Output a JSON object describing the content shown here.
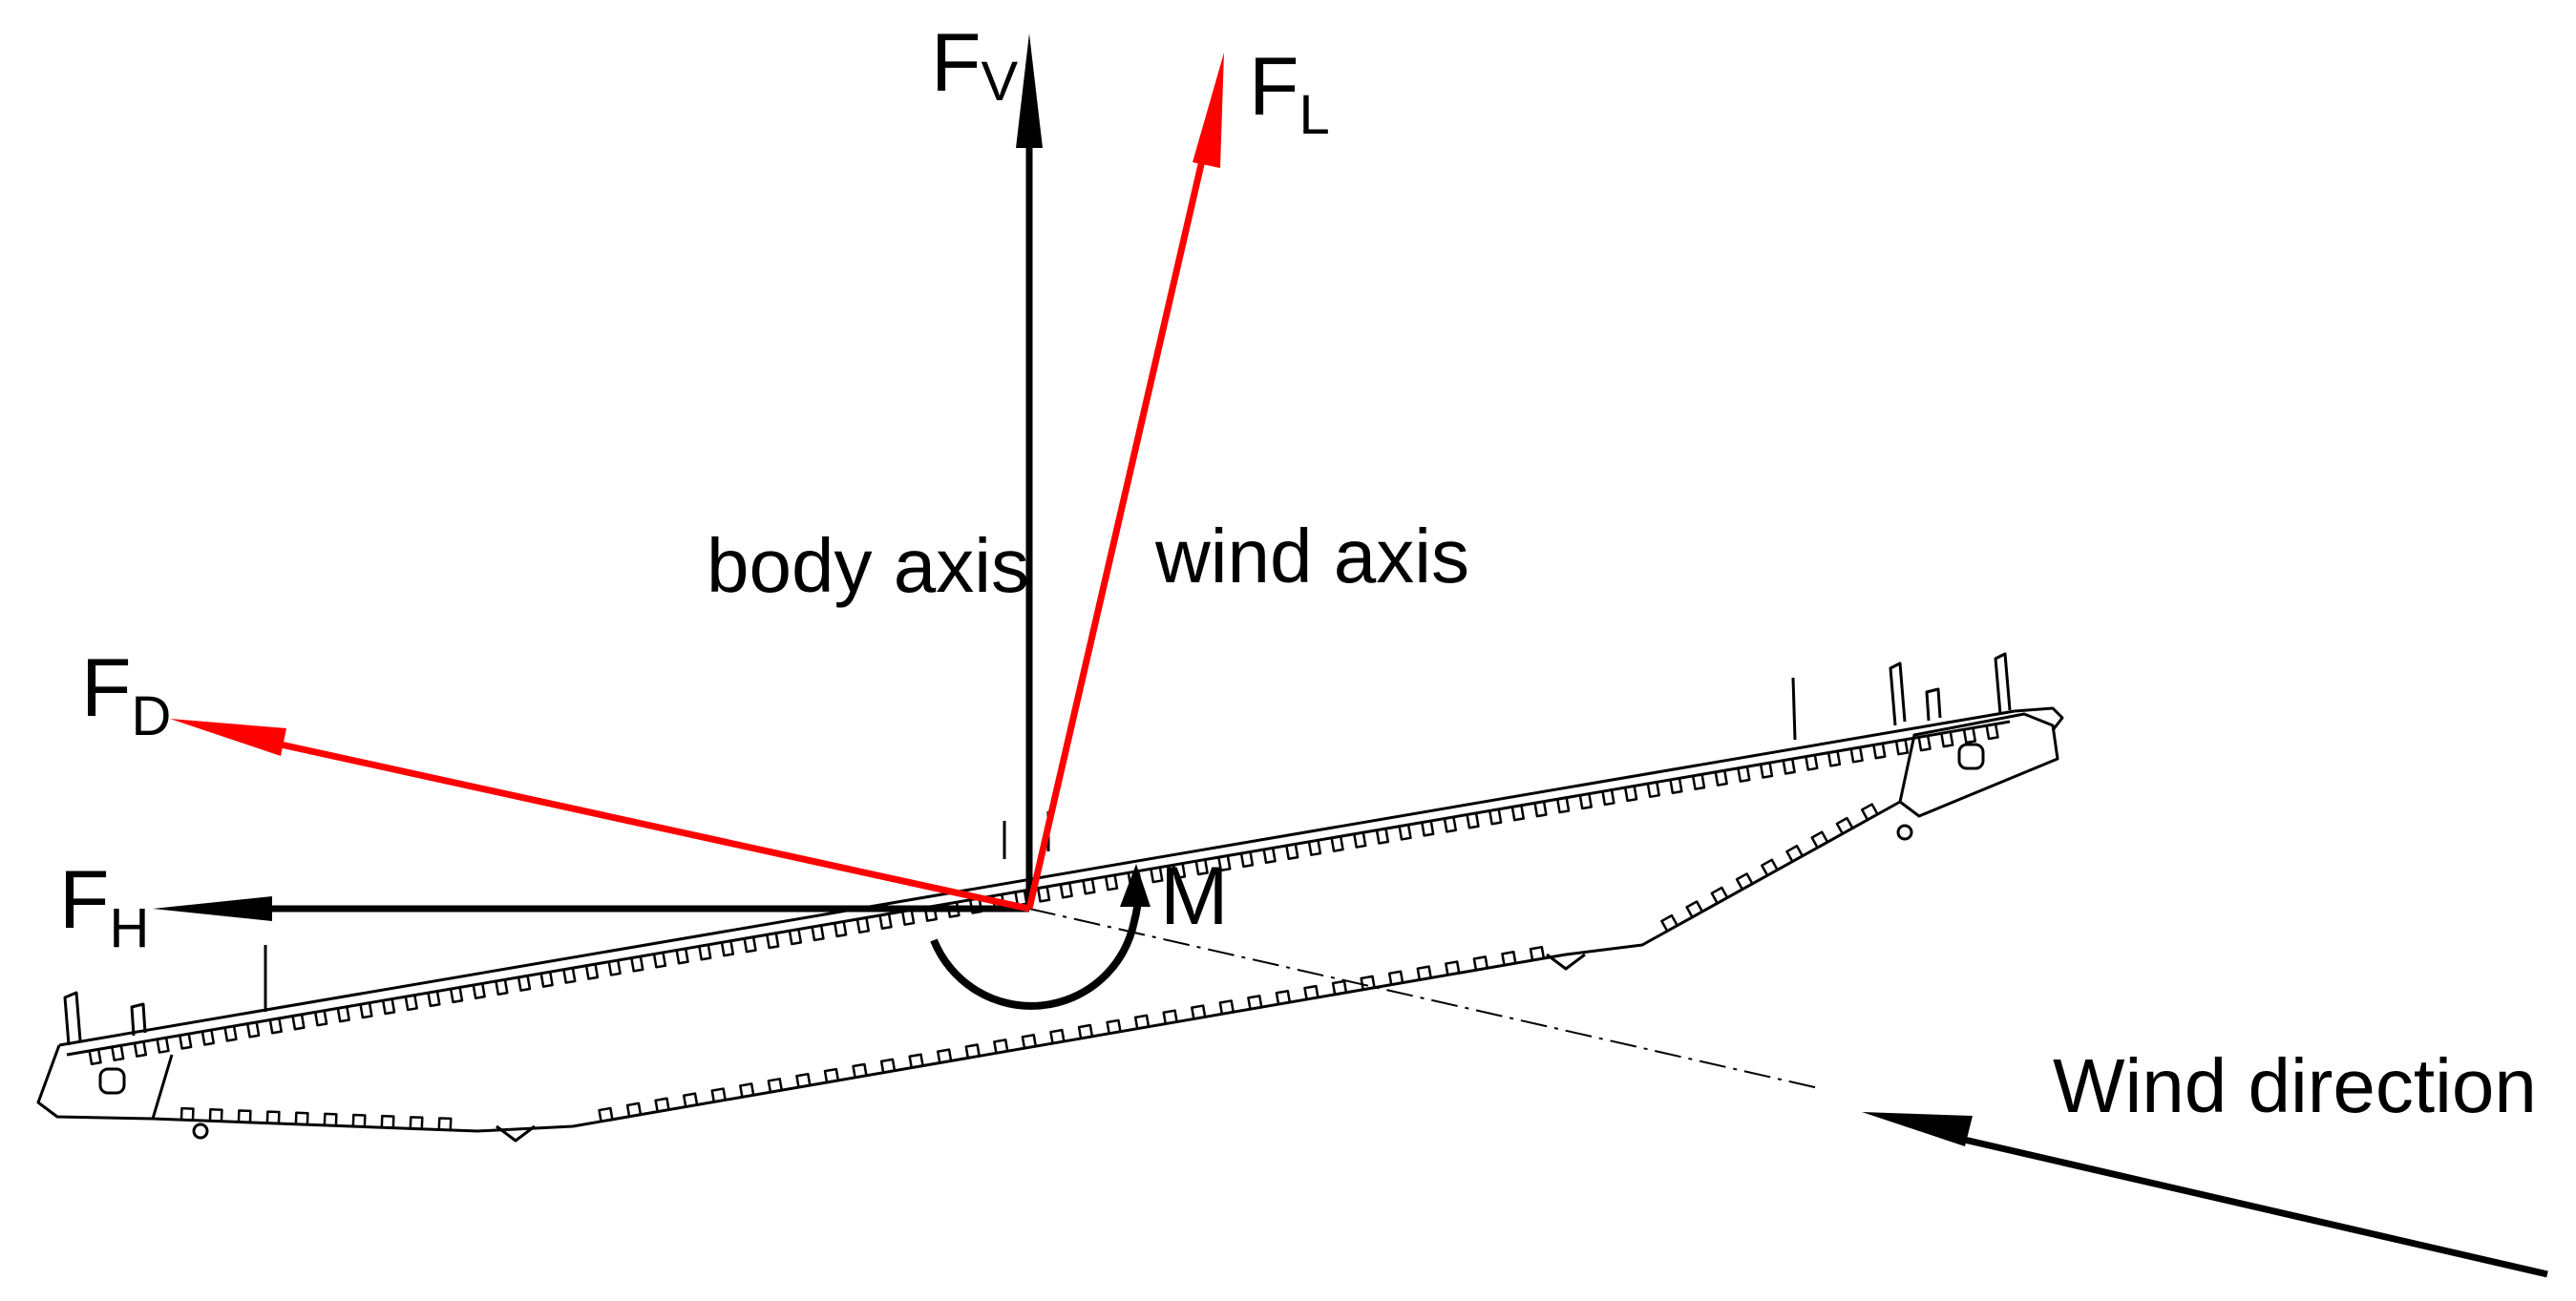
{
  "colors": {
    "body_axis": "#000000",
    "wind_axis": "#ff0000",
    "structure": "#000000",
    "background": "#ffffff"
  },
  "forces": {
    "vertical": {
      "letter": "F",
      "subscript": "V"
    },
    "lift": {
      "letter": "F",
      "subscript": "L"
    },
    "drag": {
      "letter": "F",
      "subscript": "D"
    },
    "horizontal": {
      "letter": "F",
      "subscript": "H"
    },
    "moment": {
      "label": "M"
    }
  },
  "labels": {
    "body_axis": "body axis",
    "wind_axis": "wind axis",
    "wind_direction": "Wind direction"
  }
}
